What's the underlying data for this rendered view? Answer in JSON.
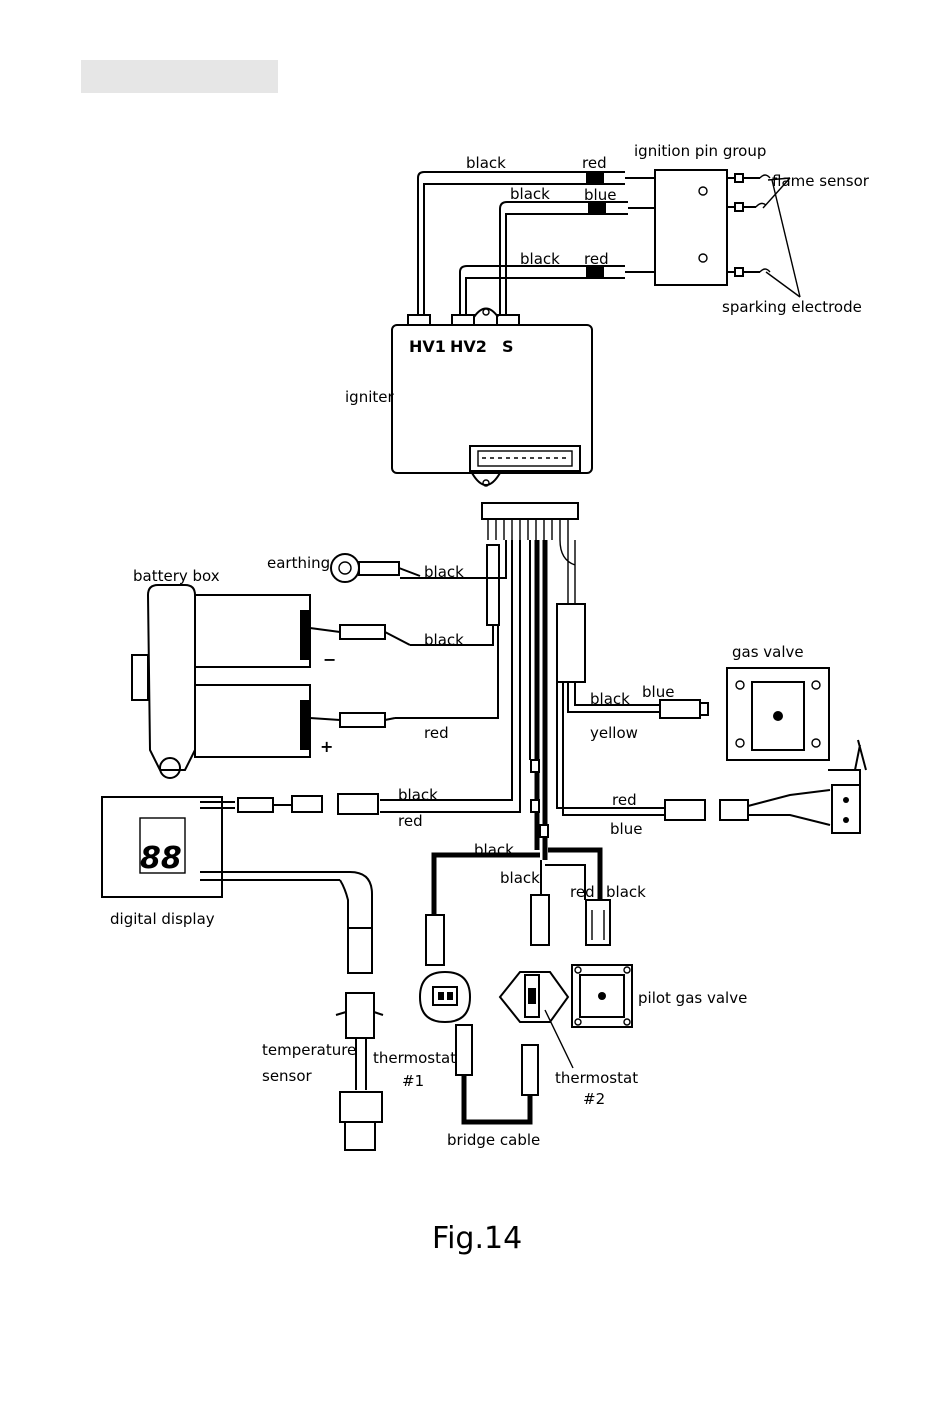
{
  "colors": {
    "header_bar": "#e6e6e6",
    "ink": "#000000",
    "paper": "#ffffff"
  },
  "igniter": {
    "label": "igniter",
    "terminals": [
      "HV1",
      "HV2",
      "S"
    ]
  },
  "ignition": {
    "pin_group": "ignition pin group",
    "flame_sensor": "flame sensor",
    "sparking_electrode": "sparking electrode",
    "wires": [
      {
        "main": "black",
        "end": "red"
      },
      {
        "main": "black",
        "end": "blue"
      },
      {
        "main": "black",
        "end": "red"
      }
    ]
  },
  "earthing": {
    "label": "earthing",
    "wire": "black"
  },
  "battery": {
    "label": "battery box",
    "neg_wire": "black",
    "pos_wire": "red",
    "neg_sign": "−",
    "pos_sign": "+"
  },
  "gas_valve": {
    "label": "gas valve",
    "wire_black": "black",
    "wire_blue": "blue",
    "wire_yellow": "yellow",
    "wire_red": "red",
    "wire_blue2": "blue"
  },
  "display": {
    "label": "digital display",
    "wire_black": "black",
    "wire_red": "red"
  },
  "lower": {
    "black_a": "black",
    "black_b": "black",
    "red": "red",
    "black_c": "black",
    "pilot": "pilot gas valve",
    "thermostat1_a": "thermostat",
    "thermostat1_b": "#1",
    "thermostat2_a": "thermostat",
    "thermostat2_b": "#2",
    "temp_a": "temperature",
    "temp_b": "sensor",
    "bridge": "bridge cable"
  },
  "caption": "Fig.14"
}
